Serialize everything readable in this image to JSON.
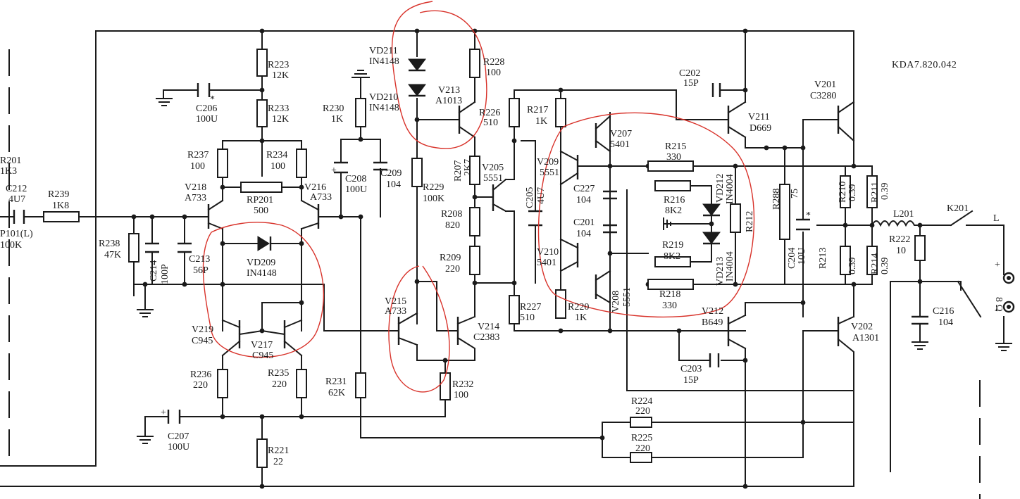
{
  "drawing_number": "KDA7.820.042",
  "components": {
    "R201": "R201",
    "R201_val": "1K3",
    "P101": "P101(L)",
    "P101_val": "100K",
    "C212": "C212",
    "C212_val": "4U7",
    "R239": "R239",
    "R239_val": "1K8",
    "R238": "R238",
    "R238_val": "47K",
    "C214": "C214",
    "C214_val": "100P",
    "C213": "C213",
    "C213_val": "56P",
    "R223": "R223",
    "R223_val": "12K",
    "R233": "R233",
    "R233_val": "12K",
    "C206": "C206",
    "C206_val": "100U",
    "R237": "R237",
    "R237_val": "100",
    "R234": "R234",
    "R234_val": "100",
    "RP201": "RP201",
    "RP201_val": "500",
    "V218": "V218",
    "V218_val": "A733",
    "V216": "V216",
    "V216_val": "A733",
    "VD209": "VD209",
    "VD209_val": "IN4148",
    "V219": "V219",
    "V219_val": "C945",
    "V217": "V217",
    "V217_val": "C945",
    "R236": "R236",
    "R236_val": "220",
    "R235": "R235",
    "R235_val": "220",
    "C207": "C207",
    "C207_val": "100U",
    "R221": "R221",
    "R221_val": "22",
    "R230": "R230",
    "R230_val": "1K",
    "C208": "C208",
    "C208_val": "100U",
    "C209": "C209",
    "C209_val": "104",
    "R231": "R231",
    "R231_val": "62K",
    "VD211": "VD211",
    "VD211_val": "IN4148",
    "VD210": "VD210",
    "VD210_val": "IN4148",
    "R228": "R228",
    "R228_val": "100",
    "V213": "V213",
    "V213_val": "A1013",
    "R226": "R226",
    "R226_val": "510",
    "R229": "R229",
    "R229_val": "100K",
    "R207": "R207",
    "R207_val": "2K7",
    "V205": "V205",
    "V205_val": "5551",
    "R208": "R208",
    "R208_val": "820",
    "R209": "R209",
    "R209_val": "220",
    "C205": "C205",
    "C205_val": "4U7",
    "V215": "V215",
    "V215_val": "A733",
    "V214": "V214",
    "V214_val": "C2383",
    "R232": "R232",
    "R232_val": "100",
    "R227": "R227",
    "R227_val": "510",
    "R217": "R217",
    "R217_val": "1K",
    "C202": "C202",
    "C202_val": "15P",
    "V207": "V207",
    "V207_val": "5401",
    "V209": "V209",
    "V209_val": "5551",
    "C227": "C227",
    "C227_val": "104",
    "C201": "C201",
    "C201_val": "104",
    "V210": "V210",
    "V210_val": "5401",
    "V208": "V208",
    "V208_val": "5551",
    "R220": "R220",
    "R220_val": "1K",
    "R215": "R215",
    "R215_val": "330",
    "R216": "R216",
    "R216_val": "8K2",
    "R219": "R219",
    "R219_val": "8K2",
    "R218": "R218",
    "R218_val": "330",
    "VD212": "VD212",
    "VD212_val": "IN4004",
    "VD213": "VD213",
    "VD213_val": "IN4004",
    "R212": "R212",
    "V211": "V211",
    "V211_val": "D669",
    "V212": "V212",
    "V212_val": "B649",
    "C203": "C203",
    "C203_val": "15P",
    "R288": "R288",
    "R288_val": "75",
    "C204": "C204",
    "C204_val": "10U",
    "R213": "R213",
    "V201": "V201",
    "V201_val": "C3280",
    "V202": "V202",
    "V202_val": "A1301",
    "R210": "R210",
    "R210_val": "0.39",
    "R211": "R211",
    "R211_val": "0.39",
    "R213_val": "0.39",
    "R214": "R214",
    "R214_val": "0.39",
    "L201": "L201",
    "K201": "K201",
    "R222": "R222",
    "R222_val": "10",
    "C216": "C216",
    "C216_val": "104",
    "R224": "R224",
    "R224_val": "220",
    "R225": "R225",
    "R225_val": "220",
    "OUT_L": "L",
    "OUT_IMP": "8 Ω",
    "OUT_PLUS": "+",
    "OUT_MINUS": "-"
  }
}
